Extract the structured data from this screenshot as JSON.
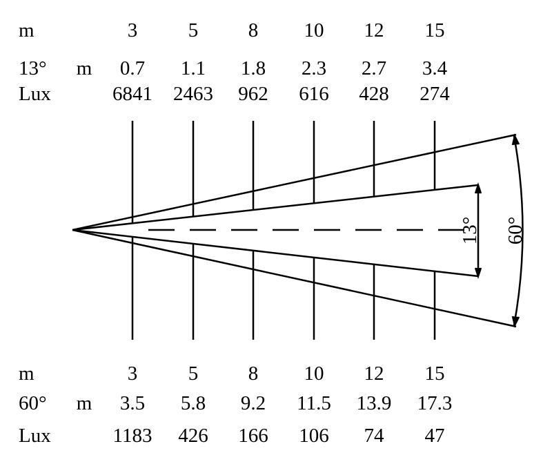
{
  "top_table": {
    "distance_label": "m",
    "distances": [
      "3",
      "5",
      "8",
      "10",
      "12",
      "15"
    ],
    "angle_label": "13°",
    "diameter_unit": "m",
    "diameters": [
      "0.7",
      "1.1",
      "1.8",
      "2.3",
      "2.7",
      "3.4"
    ],
    "lux_label": "Lux",
    "lux": [
      "6841",
      "2463",
      "962",
      "616",
      "428",
      "274"
    ]
  },
  "bottom_table": {
    "distance_label": "m",
    "distances": [
      "3",
      "5",
      "8",
      "10",
      "12",
      "15"
    ],
    "angle_label": "60°",
    "diameter_unit": "m",
    "diameters": [
      "3.5",
      "5.8",
      "9.2",
      "11.5",
      "13.9",
      "17.3"
    ],
    "lux_label": "Lux",
    "lux": [
      "1183",
      "426",
      "166",
      "106",
      "74",
      "47"
    ]
  },
  "diagram": {
    "inner_angle_label": "13°",
    "outer_angle_label": "60°"
  }
}
